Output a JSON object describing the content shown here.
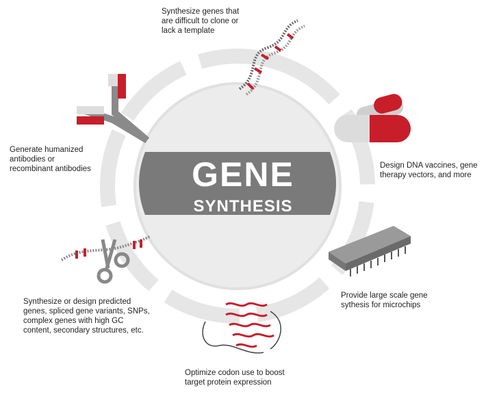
{
  "title": {
    "line1": "GENE",
    "line2": "SYNTHESIS"
  },
  "items": [
    {
      "text": "Synthesize genes that\nare difficult to clone or\nlack a template",
      "icon": "dna-helix-icon"
    },
    {
      "text": "Design DNA vaccines, gene\ntherapy vectors, and more",
      "icon": "capsule-pills-icon"
    },
    {
      "text": "Provide large scale gene\nsythesis for microchips",
      "icon": "microchip-icon"
    },
    {
      "text": "Optimize codon use to boost\ntarget protein expression",
      "icon": "protein-structure-icon"
    },
    {
      "text": "Synthesize or design predicted\ngenes, spliced gene variants, SNPs,\ncomplex genes with high GC\ncontent, secondary structures, etc.",
      "icon": "dna-scissors-icon"
    },
    {
      "text": "Generate humanized\nantibodies or\nrecombinant antibodies",
      "icon": "antibody-icon"
    }
  ],
  "colors": {
    "ring": "#e3e3e3",
    "banner": "#7a7a7a",
    "accent": "#c81e2a",
    "dark": "#555555",
    "text": "#222222"
  }
}
